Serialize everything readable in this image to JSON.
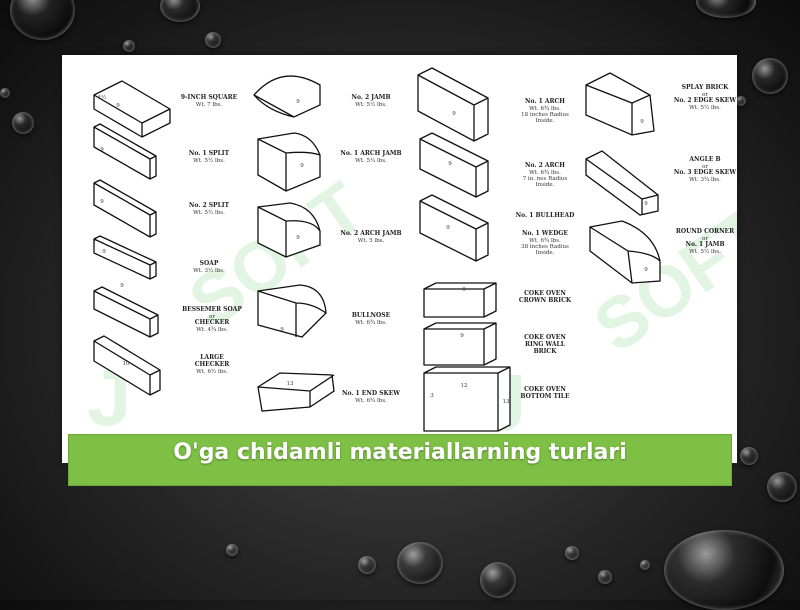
{
  "slide": {
    "caption": "O'ga chidamli materiallarning turlari",
    "watermark_left": "SOFT",
    "watermark_right": "SOFT",
    "watermark_mark_left": "J",
    "watermark_mark_right": "J"
  },
  "bricks": [
    {
      "name": "9-INCH SQUARE",
      "weight": "Wt. 7 lbs."
    },
    {
      "name": "No. 1 SPLIT",
      "weight": "Wt. 5½ lbs."
    },
    {
      "name": "No. 2 SPLIT",
      "weight": "Wt. 5½ lbs."
    },
    {
      "name": "SOAP",
      "weight": "Wt. 3½ lbs."
    },
    {
      "name": "BESSEMER SOAP",
      "extra": "or",
      "name2": "CHECKER",
      "weight": "Wt. 4¾ lbs."
    },
    {
      "name": "LARGE",
      "name2": "CHECKER",
      "weight": "Wt. 6½ lbs."
    },
    {
      "name": "No. 2 JAMB",
      "weight": "Wt. 5½ lbs."
    },
    {
      "name": "No. 1 ARCH JAMB",
      "weight": "Wt. 5¼ lbs."
    },
    {
      "name": "No. 2 ARCH JAMB",
      "weight": "Wt. 5 lbs."
    },
    {
      "name": "BULLNOSE",
      "weight": "Wt. 6¾ lbs."
    },
    {
      "name": "No. 1 END SKEW",
      "weight": "Wt. 6¾ lbs."
    },
    {
      "name": "No. 1 ARCH",
      "weight": "Wt. 6¾ lbs.",
      "note1": "18 inches Radius",
      "note2": "Inside."
    },
    {
      "name": "No. 2 ARCH",
      "weight": "Wt. 6¾ lbs.",
      "note1": "7 in. nes Radius",
      "note2": "Inside."
    },
    {
      "name": "No. 1 BULLHEAD"
    },
    {
      "name": "No. 1 WEDGE",
      "weight": "Wt. 6¾ lbs.",
      "note1": "38 inches Radius",
      "note2": "Inside."
    },
    {
      "name": "COKE OVEN",
      "name2": "CROWN BRICK"
    },
    {
      "name": "COKE OVEN",
      "name2": "RING WALL",
      "name3": "BRICK"
    },
    {
      "name": "COKE OVEN",
      "name2": "BOTTOM TILE"
    },
    {
      "name": "SPLAY BRICK",
      "extra": "or",
      "name2": "No. 2 EDGE SKEW",
      "weight": "Wt. 5½ lbs."
    },
    {
      "name": "ANGLE B",
      "extra": "or",
      "name2": "No. 3 EDGE SKEW",
      "weight": "Wt. 3¾ lbs."
    },
    {
      "name": "ROUND CORNER",
      "extra": "or",
      "name2": "No. 1 JAMB",
      "weight": "Wt. 5½ lbs."
    }
  ],
  "dims": {
    "d9": "9",
    "d4": "4½",
    "d2": "2½",
    "d12": "12",
    "d13": "13",
    "d10": "10",
    "d3": "3"
  }
}
